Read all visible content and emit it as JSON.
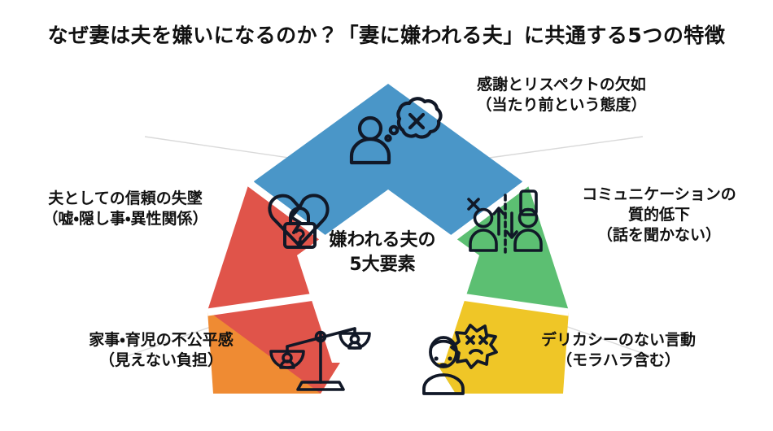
{
  "header": {
    "title": "なぜ妻は夫を嫌いになるのか？「妻に嫌われる夫」に共通する5つの特徴"
  },
  "center": {
    "line1": "嫌われる夫の",
    "line2": "5大要素"
  },
  "colors": {
    "background": "#ffffff",
    "text": "#111111",
    "connector_line": "#d9d9d9",
    "icon_stroke": "#111827",
    "segment_blue": "#4a96c8",
    "segment_green": "#5cbf72",
    "segment_yellow": "#efc627",
    "segment_orange": "#ef8b33",
    "segment_red": "#e0544a"
  },
  "segments": [
    {
      "id": "gratitude-respect",
      "position": "top",
      "color": "#4a96c8",
      "icon": "person-thought-bubble-x-icon",
      "label_lines": [
        "感謝とリスペクトの欠如",
        "（当たり前という態度）"
      ]
    },
    {
      "id": "communication-quality",
      "position": "right",
      "color": "#5cbf72",
      "icon": "two-people-divided-phone-x-icon",
      "label_lines": [
        "コミュニケーションの",
        "質的低下",
        "（話を聞かない）"
      ]
    },
    {
      "id": "insensitive-behavior",
      "position": "bottom-right",
      "color": "#efc627",
      "icon": "person-angry-outburst-icon",
      "label_lines": [
        "デリカシーのない言動",
        "（モラハラ含む）"
      ]
    },
    {
      "id": "housework-childcare-unfairness",
      "position": "bottom-left",
      "color": "#ef8b33",
      "icon": "unbalanced-scales-icon",
      "label_lines": [
        "家事・育児の不公平感",
        "（見えない負担）"
      ]
    },
    {
      "id": "loss-of-trust",
      "position": "left",
      "color": "#e0544a",
      "icon": "broken-heart-lock-question-icon",
      "label_lines": [
        "夫としての信頼の失墜",
        "（嘘・隠し事・異性関係）"
      ]
    }
  ]
}
